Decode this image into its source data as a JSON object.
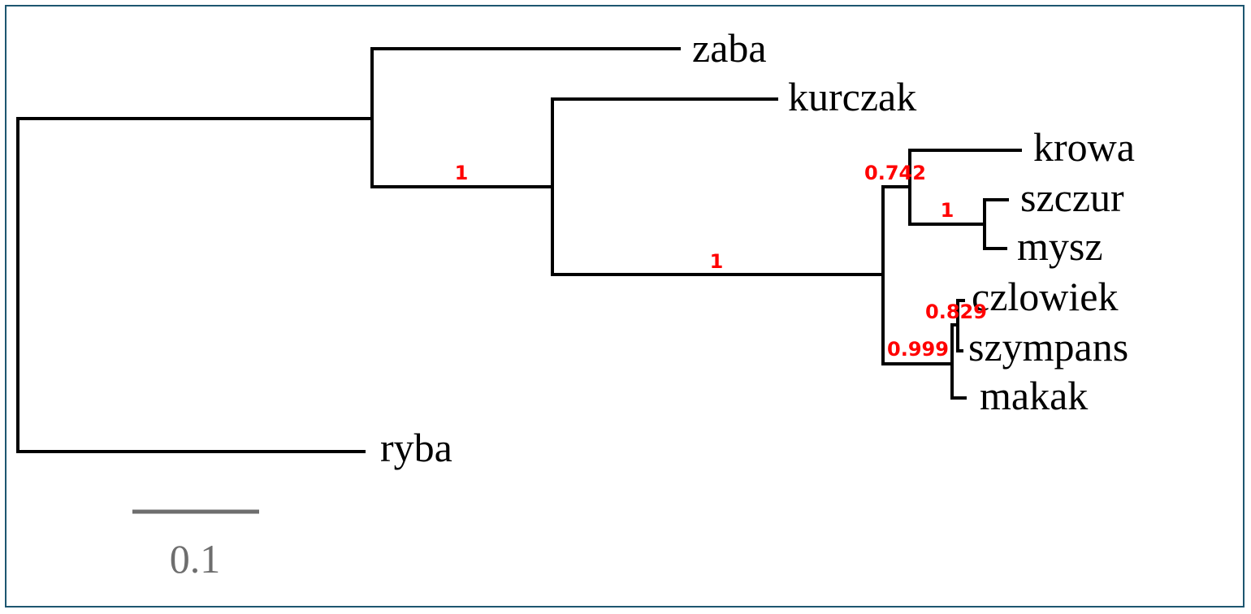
{
  "tree": {
    "leaves": [
      {
        "id": "zaba",
        "label": "zaba"
      },
      {
        "id": "kurczak",
        "label": "kurczak"
      },
      {
        "id": "krowa",
        "label": "krowa"
      },
      {
        "id": "szczur",
        "label": "szczur"
      },
      {
        "id": "mysz",
        "label": "mysz"
      },
      {
        "id": "czlowiek",
        "label": "czlowiek"
      },
      {
        "id": "szympans",
        "label": "szympans"
      },
      {
        "id": "makak",
        "label": "makak"
      },
      {
        "id": "ryba",
        "label": "ryba"
      }
    ],
    "support_values": [
      {
        "id": "amniota_amphibia",
        "label": "1"
      },
      {
        "id": "mammalia",
        "label": "1"
      },
      {
        "id": "mammal_split",
        "label": "0.742"
      },
      {
        "id": "rodents",
        "label": "1"
      },
      {
        "id": "primates",
        "label": "0.999"
      },
      {
        "id": "human_chimp",
        "label": "0.829"
      }
    ]
  },
  "scale_bar": {
    "label": "0.1"
  },
  "colors": {
    "branch": "#000000",
    "support": "#ff0000",
    "scale": "#6e6e6e",
    "frame": "#1d5670"
  }
}
